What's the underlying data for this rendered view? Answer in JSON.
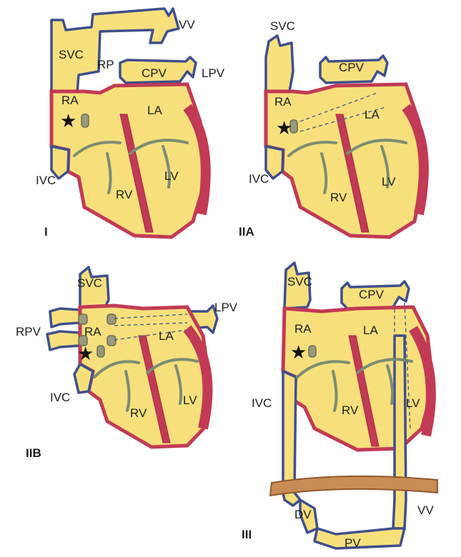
{
  "panels": [
    {
      "id": "I",
      "roman": "I",
      "labels": {
        "svc": "SVC",
        "rp": "RP",
        "vv": "VV",
        "cpv": "CPV",
        "lpv": "LPV",
        "ra": "RA",
        "la": "LA",
        "ivc": "IVC",
        "rv": "RV",
        "lv": "LV"
      }
    },
    {
      "id": "IIA",
      "roman": "IIA",
      "labels": {
        "svc": "SVC",
        "cpv": "CPV",
        "ra": "RA",
        "la": "LA",
        "ivc": "IVC",
        "rv": "RV",
        "lv": "LV"
      }
    },
    {
      "id": "IIB",
      "roman": "IIB",
      "labels": {
        "svc": "SVC",
        "lpv": "LPV",
        "rpv": "RPV",
        "ra": "RA",
        "la": "LA",
        "ivc": "IVC",
        "rv": "RV",
        "lv": "LV"
      }
    },
    {
      "id": "III",
      "roman": "III",
      "labels": {
        "svc": "SVC",
        "cpv": "CPV",
        "ra": "RA",
        "la": "LA",
        "ivc": "IVC",
        "rv": "RV",
        "lv": "LV",
        "vv": "VV",
        "dv": "DV",
        "pv": "PV"
      }
    }
  ],
  "star_glyph": "★",
  "colors": {
    "myocardium": "#c23a55",
    "chamber": "#f7e07c",
    "vein_outline": "#3f4f8c",
    "diaphragm": "#c98c55"
  }
}
